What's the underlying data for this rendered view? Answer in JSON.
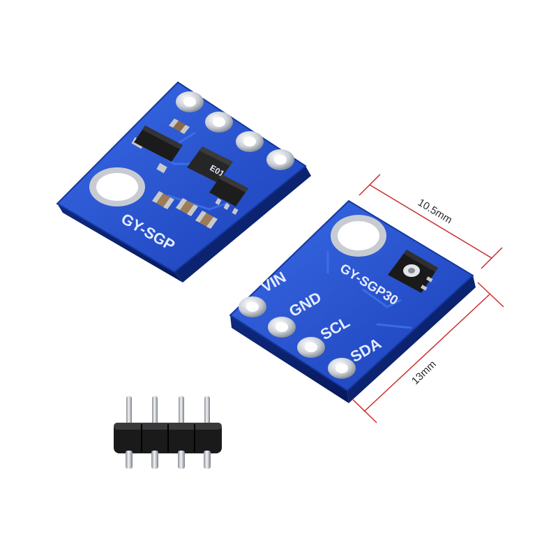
{
  "back_board": {
    "silkscreen": "GY-SGP",
    "chip_marking": "E01"
  },
  "front_board": {
    "model_label": "GY-SGP30",
    "pins": [
      "VIN",
      "GND",
      "SCL",
      "SDA"
    ]
  },
  "dimensions": {
    "width_label": "10.5mm",
    "height_label": "13mm"
  },
  "colors": {
    "pcb_blue": "#1f4fcc",
    "dimension_line": "#cc2b2b",
    "silkscreen": "#e6ecff"
  },
  "header_pins": {
    "count": 4
  }
}
